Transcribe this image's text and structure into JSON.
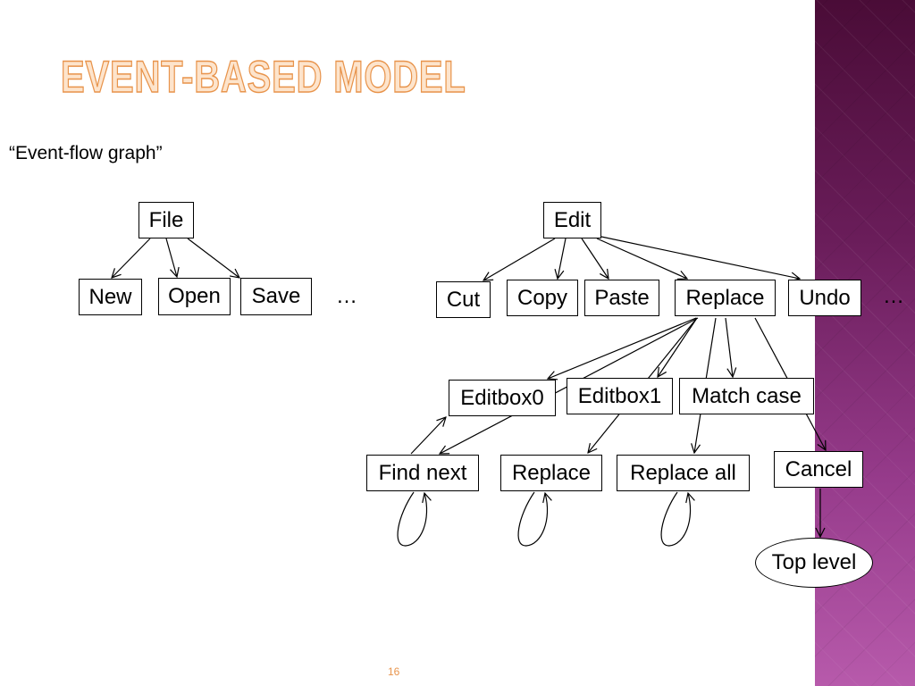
{
  "slide": {
    "title": "EVENT-BASED MODEL",
    "subtitle": "“Event-flow graph”",
    "page_number": "16"
  },
  "nodes": {
    "file": "File",
    "new": "New",
    "open": "Open",
    "save": "Save",
    "more_file": "…",
    "edit": "Edit",
    "cut": "Cut",
    "copy": "Copy",
    "paste": "Paste",
    "replace": "Replace",
    "undo": "Undo",
    "more_edit": "…",
    "editbox0": "Editbox0",
    "editbox1": "Editbox1",
    "match_case": "Match case",
    "find_next": "Find next",
    "replace_button": "Replace",
    "replace_all": "Replace all",
    "cancel": "Cancel",
    "top_level": "Top level"
  },
  "colors": {
    "title": "#e8944c",
    "page_number": "#e8944c",
    "panel_top": "#4a0c37",
    "panel_bottom": "#b75aab"
  }
}
